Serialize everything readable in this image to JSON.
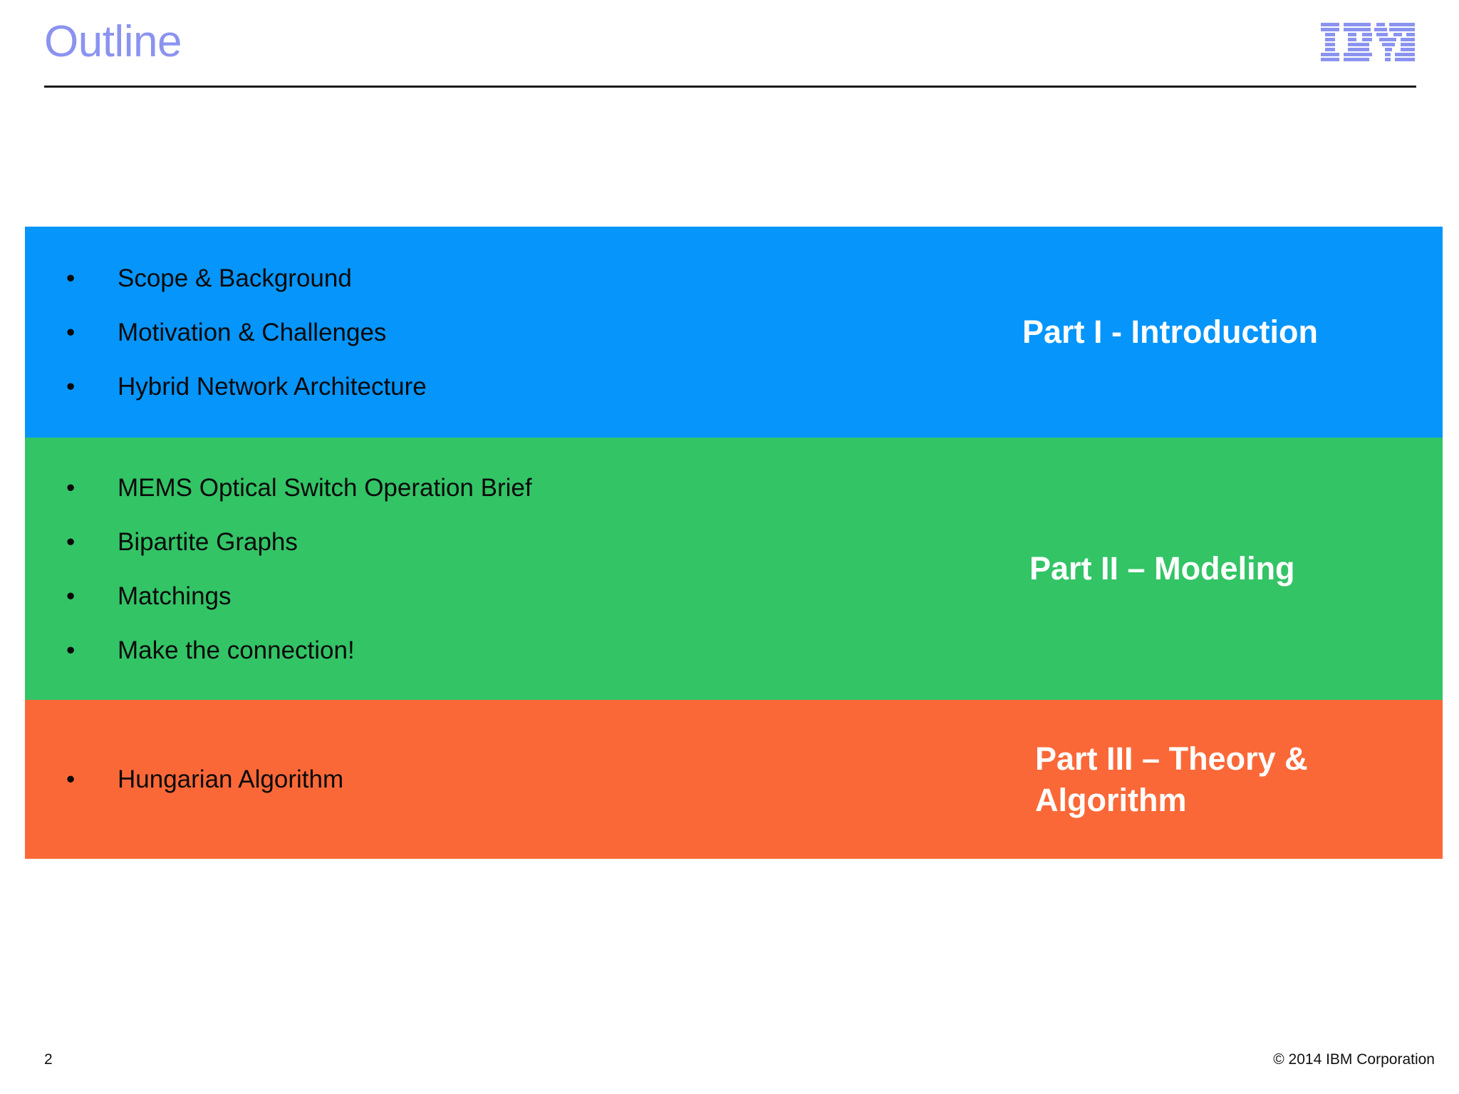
{
  "slide": {
    "title": "Outline",
    "page_number": "2",
    "copyright": "© 2014 IBM Corporation",
    "logo_alt": "IBM",
    "colors": {
      "title": "#8b93f0",
      "logo": "#8b93f0",
      "band_blue": "#0695fa",
      "band_green": "#33c466",
      "band_orange": "#fb6838",
      "bullet_text": "#0a0a0a",
      "band_label": "#ffffff",
      "rule": "#1a1a1a"
    },
    "sections": [
      {
        "label": "Part I - Introduction",
        "color": "#0695fa",
        "bullets": [
          "Scope & Background",
          "Motivation & Challenges",
          "Hybrid Network Architecture"
        ]
      },
      {
        "label": "Part II – Modeling",
        "color": "#33c466",
        "bullets": [
          "MEMS Optical Switch Operation Brief",
          "Bipartite Graphs",
          "Matchings",
          "Make the connection!"
        ]
      },
      {
        "label": "Part III – Theory & Algorithm",
        "color": "#fb6838",
        "bullets": [
          "Hungarian Algorithm"
        ]
      }
    ],
    "bullet_glyph": "•"
  }
}
